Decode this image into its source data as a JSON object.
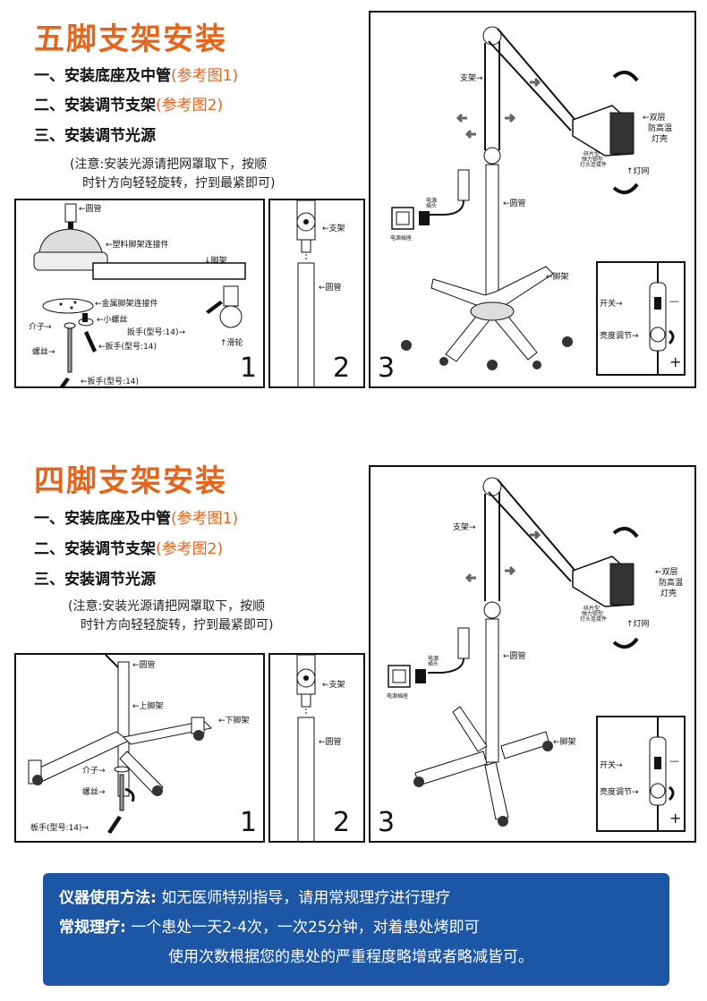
{
  "five_leg": {
    "title": "五脚支架安装",
    "steps": [
      {
        "text": "一、安装底座及中管",
        "ref": "(参考图1)"
      },
      {
        "text": "二、安装调节支架",
        "ref": "(参考图2)"
      },
      {
        "text": "三、安装调节光源",
        "ref": ""
      }
    ],
    "note_line1": "(注意:安装光源请把网罩取下，按顺",
    "note_line2": "时针方向轻轻旋转，拧到最紧即可)",
    "panel1": {
      "number": "1",
      "labels": {
        "tube": "←圆管",
        "plastic_conn": "←塑料脚架连接件",
        "leg": "↓脚架",
        "metal_conn": "←金属脚架连接件",
        "small_screw": "←小螺丝",
        "spacer": "介子→",
        "wrench_a": "扳手(型号:14)→",
        "wrench_b": "←扳手(型号:14)",
        "screw": "螺丝→",
        "wrench_c": "←扳手(型号:14)",
        "caster": "↑滑轮"
      }
    },
    "panel2": {
      "number": "2",
      "labels": {
        "arm": "←支架",
        "tube": "←圆管"
      }
    },
    "panel3": {
      "number": "3",
      "labels": {
        "arm": "支架→",
        "shell": "←双层",
        "shell2": "防高温",
        "shell3": "灯壳",
        "knob": "碎片型",
        "knob2": "弹力锁型",
        "knob3": "灯头连接件",
        "net": "↑灯网",
        "plug": "电源",
        "plug2": "插头",
        "socket": "电源插座",
        "tube": "←圆管",
        "leg": "←脚架"
      }
    },
    "control": {
      "switch": "开关→",
      "brightness": "亮度调节→",
      "minus": "—",
      "plus": "+"
    }
  },
  "four_leg": {
    "title": "四脚支架安装",
    "steps": [
      {
        "text": "一、安装底座及中管",
        "ref": "(参考图1)"
      },
      {
        "text": "二、安装调节支架",
        "ref": "(参考图2)"
      },
      {
        "text": "三、安装调节光源",
        "ref": ""
      }
    ],
    "note_line1": "(注意:安装光源请把网罩取下，按顺",
    "note_line2": "时针方向轻轻旋转，拧到最紧即可)",
    "panel1": {
      "number": "1",
      "labels": {
        "tube": "←圆管",
        "upper_leg": "←上脚架",
        "lower_leg": "←下脚架",
        "spacer": "介子→",
        "screw": "螺丝→",
        "wrench": "板手(型号:14)→"
      }
    },
    "panel2": {
      "number": "2",
      "labels": {
        "arm": "←支架",
        "tube": "←圆管"
      }
    },
    "panel3": {
      "number": "3",
      "labels": {
        "arm": "支架→",
        "shell": "←双层",
        "shell2": "防高温",
        "shell3": "灯壳",
        "knob": "碎片型",
        "knob2": "弹力锁型",
        "knob3": "灯头连接件",
        "net": "↑灯网",
        "plug": "电源",
        "plug2": "插头",
        "socket": "电源插座",
        "tube": "←圆管",
        "leg": "←脚架"
      }
    },
    "control": {
      "switch": "开关→",
      "brightness": "亮度调节→",
      "minus": "—",
      "plus": "+"
    }
  },
  "usage": {
    "label1": "仪器使用方法:",
    "text1": "如无医师特别指导，请用常规理疗进行理疗",
    "label2": "常规理疗:",
    "text2": "一个患处一天2-4次，一次25分钟，对着患处烤即可",
    "text3": "使用次数根据您的患处的严重程度略增或者略减皆可。"
  },
  "colors": {
    "accent": "#e8641b",
    "usage_bg": "#1d56a4"
  }
}
